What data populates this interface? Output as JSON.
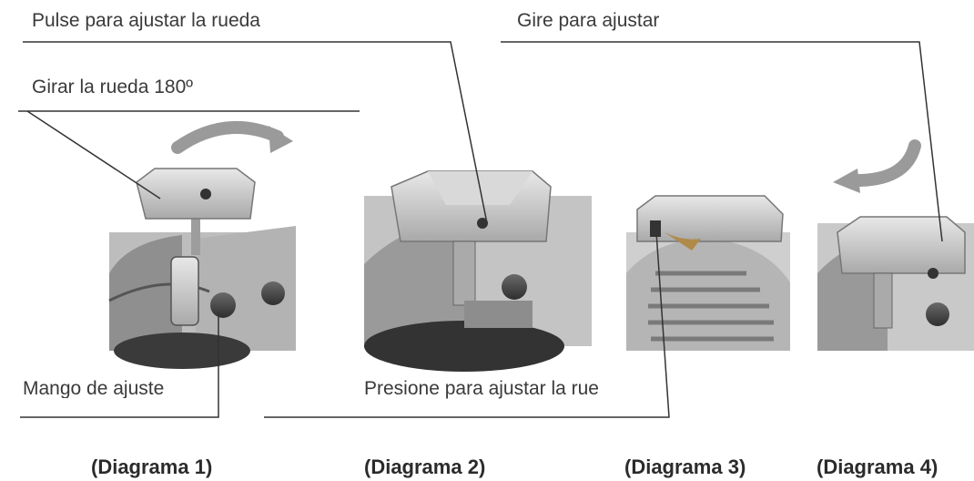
{
  "callouts": {
    "pulse": "Pulse para ajustar la rueda",
    "gire": "Gire para ajustar",
    "girar": "Girar la rueda 180º",
    "mango": "Mango de ajuste",
    "presione": "Presione para ajustar la rue"
  },
  "captions": {
    "d1": "(Diagrama 1)",
    "d2": "(Diagrama 2)",
    "d3": "(Diagrama 3)",
    "d4": "(Diagrama 4)"
  }
}
